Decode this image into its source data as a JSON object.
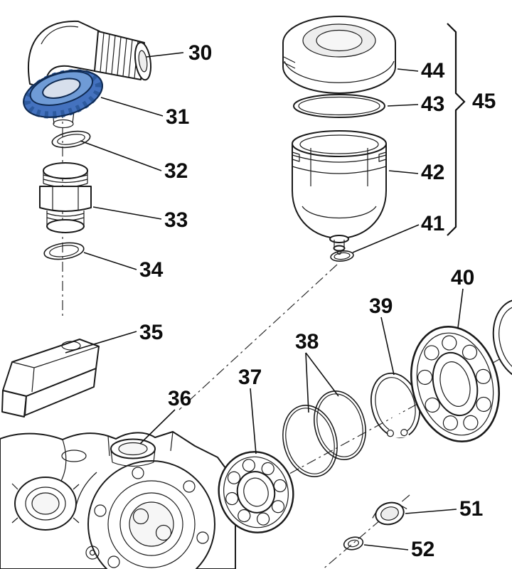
{
  "diagram": {
    "type": "exploded-parts-diagram",
    "subject": "pump exploded view parts drawing",
    "colors": {
      "background": "#ffffff",
      "line": "#1a1a1a",
      "label_text": "#0c0c0c",
      "nut_fill": "#4472bf",
      "nut_top": "#6f9bd6",
      "nut_rib": "#2d5a9e",
      "nut_bore": "#d7dfec",
      "nut_stroke": "#0f2a52"
    },
    "labels": {
      "p30": "30",
      "p31": "31",
      "p32": "32",
      "p33": "33",
      "p34": "34",
      "p35": "35",
      "p36": "36",
      "p37": "37",
      "p38": "38",
      "p39": "39",
      "p40": "40",
      "p41": "41",
      "p42": "42",
      "p43": "43",
      "p44": "44",
      "p45": "45",
      "p51": "51",
      "p52": "52"
    },
    "parts": [
      {
        "number": "30",
        "name": "elbow-fitting"
      },
      {
        "number": "31",
        "name": "ring-nut"
      },
      {
        "number": "32",
        "name": "o-ring"
      },
      {
        "number": "33",
        "name": "nipple-fitting"
      },
      {
        "number": "34",
        "name": "o-ring"
      },
      {
        "number": "35",
        "name": "valve-block"
      },
      {
        "number": "36",
        "name": "pump-body-port"
      },
      {
        "number": "37",
        "name": "ball-bearing"
      },
      {
        "number": "38",
        "name": "seal-ring-pair"
      },
      {
        "number": "39",
        "name": "snap-ring"
      },
      {
        "number": "40",
        "name": "ball-bearing"
      },
      {
        "number": "41",
        "name": "o-ring"
      },
      {
        "number": "42",
        "name": "accumulator-body"
      },
      {
        "number": "43",
        "name": "ring"
      },
      {
        "number": "44",
        "name": "accumulator-cap"
      },
      {
        "number": "45",
        "name": "accumulator-assembly"
      },
      {
        "number": "51",
        "name": "plug"
      },
      {
        "number": "52",
        "name": "washer"
      }
    ]
  }
}
